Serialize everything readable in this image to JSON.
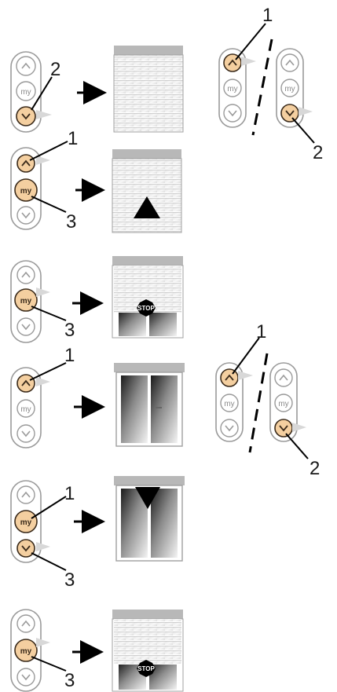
{
  "remote": {
    "up_label": "^",
    "my_label": "my",
    "down_label": "v"
  },
  "stop_sign": {
    "text": "STOP"
  },
  "steps": [
    {
      "callouts": [
        "2"
      ],
      "pressed": [
        "down"
      ],
      "shutter": "closed"
    },
    {
      "callouts": [
        "1",
        "3"
      ],
      "pressed": [
        "up",
        "my"
      ],
      "shutter": "closed-up-arrow"
    },
    {
      "callouts": [
        "3"
      ],
      "pressed": [
        "my"
      ],
      "shutter": "partial-stop"
    },
    {
      "callouts": [
        "1"
      ],
      "pressed": [
        "up"
      ],
      "shutter": "open"
    },
    {
      "callouts": [
        "1",
        "3"
      ],
      "pressed": [
        "my",
        "down"
      ],
      "shutter": "open-down-arrow"
    },
    {
      "callouts": [
        "3"
      ],
      "pressed": [
        "my"
      ],
      "shutter": "partial-stop"
    }
  ],
  "side_pairs": [
    {
      "callouts": [
        "1",
        "2"
      ],
      "pressed_left": "up",
      "pressed_right": "down"
    },
    {
      "callouts": [
        "1",
        "2"
      ],
      "pressed_left": "up",
      "pressed_right": "down"
    }
  ],
  "colors": {
    "pressed_fill": "#f4cfa0",
    "pressed_stroke": "#3a2a1a",
    "outline": "#9a9a9a"
  }
}
